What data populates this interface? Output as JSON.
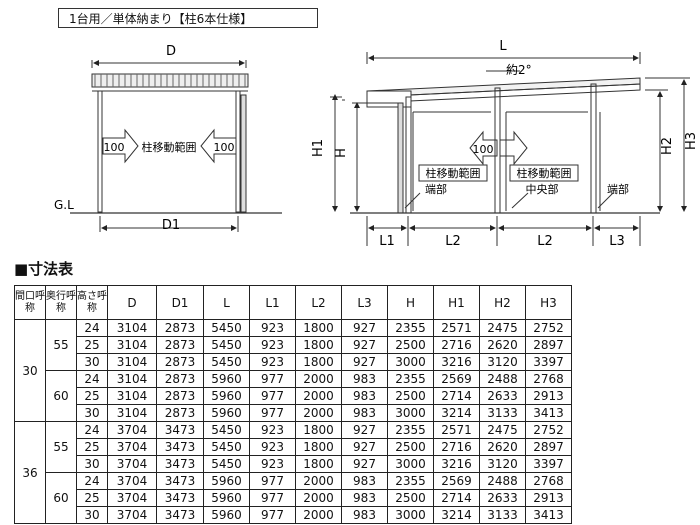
{
  "title": "1台用／単体納まり【柱6本仕様】",
  "front": {
    "dim_top": "D",
    "dim_bottom": "D1",
    "gl": "G.L",
    "arrow_left": "100",
    "arrow_right": "100",
    "range": "柱移動範囲"
  },
  "side": {
    "dim_top": "L",
    "slope": "約2°",
    "h": "H",
    "h1": "H1",
    "h2": "H2",
    "h3": "H3",
    "l1": "L1",
    "l2a": "L2",
    "l2b": "L2",
    "l3": "L3",
    "arrow": "100",
    "range1": "柱移動範囲",
    "range2": "柱移動範囲",
    "end_left": "端部",
    "center": "中央部",
    "end_right": "端部"
  },
  "section_title": "■寸法表",
  "table": {
    "headers": [
      "間口呼称",
      "奥行呼称",
      "高さ呼称",
      "D",
      "D1",
      "L",
      "L1",
      "L2",
      "L3",
      "H",
      "H1",
      "H2",
      "H3"
    ],
    "groups": [
      {
        "maguchi": "30",
        "sub": [
          {
            "okuyuki": "55",
            "rows": [
              [
                "24",
                "3104",
                "2873",
                "5450",
                "923",
                "1800",
                "927",
                "2355",
                "2571",
                "2475",
                "2752"
              ],
              [
                "25",
                "3104",
                "2873",
                "5450",
                "923",
                "1800",
                "927",
                "2500",
                "2716",
                "2620",
                "2897"
              ],
              [
                "30",
                "3104",
                "2873",
                "5450",
                "923",
                "1800",
                "927",
                "3000",
                "3216",
                "3120",
                "3397"
              ]
            ]
          },
          {
            "okuyuki": "60",
            "rows": [
              [
                "24",
                "3104",
                "2873",
                "5960",
                "977",
                "2000",
                "983",
                "2355",
                "2569",
                "2488",
                "2768"
              ],
              [
                "25",
                "3104",
                "2873",
                "5960",
                "977",
                "2000",
                "983",
                "2500",
                "2714",
                "2633",
                "2913"
              ],
              [
                "30",
                "3104",
                "2873",
                "5960",
                "977",
                "2000",
                "983",
                "3000",
                "3214",
                "3133",
                "3413"
              ]
            ]
          }
        ]
      },
      {
        "maguchi": "36",
        "sub": [
          {
            "okuyuki": "55",
            "rows": [
              [
                "24",
                "3704",
                "3473",
                "5450",
                "923",
                "1800",
                "927",
                "2355",
                "2571",
                "2475",
                "2752"
              ],
              [
                "25",
                "3704",
                "3473",
                "5450",
                "923",
                "1800",
                "927",
                "2500",
                "2716",
                "2620",
                "2897"
              ],
              [
                "30",
                "3704",
                "3473",
                "5450",
                "923",
                "1800",
                "927",
                "3000",
                "3216",
                "3120",
                "3397"
              ]
            ]
          },
          {
            "okuyuki": "60",
            "rows": [
              [
                "24",
                "3704",
                "3473",
                "5960",
                "977",
                "2000",
                "983",
                "2355",
                "2569",
                "2488",
                "2768"
              ],
              [
                "25",
                "3704",
                "3473",
                "5960",
                "977",
                "2000",
                "983",
                "2500",
                "2714",
                "2633",
                "2913"
              ],
              [
                "30",
                "3704",
                "3473",
                "5960",
                "977",
                "2000",
                "983",
                "3000",
                "3214",
                "3133",
                "3413"
              ]
            ]
          }
        ]
      }
    ]
  }
}
